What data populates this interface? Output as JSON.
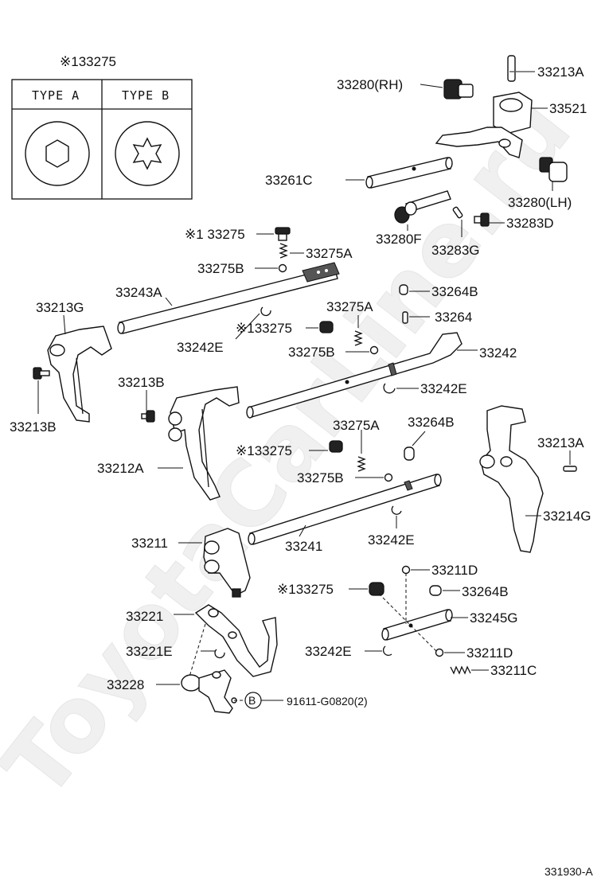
{
  "inset": {
    "title": "※133275",
    "type_a": "TYPE  A",
    "type_b": "TYPE  B"
  },
  "labels": {
    "p33280rh": "33280(RH)",
    "p33213a_top": "33213A",
    "p33521": "33521",
    "p33261c": "33261C",
    "p33280lh": "33280(LH)",
    "p33283d": "33283D",
    "p33280f": "33280F",
    "p33283g": "33283G",
    "p133275_1": "※1 33275",
    "p33275a_1": "33275A",
    "p33275b_1": "33275B",
    "p33243a": "33243A",
    "p33213g": "33213G",
    "p33242e_1": "33242E",
    "p33264b_1": "33264B",
    "p33264": "33264",
    "p33275a_2": "33275A",
    "p133275_2": "※133275",
    "p33275b_2": "33275B",
    "p33242": "33242",
    "p33242e_2": "33242E",
    "p33213b_1": "33213B",
    "p33213b_2": "33213B",
    "p33264b_2": "33264B",
    "p33275a_3": "33275A",
    "p133275_3": "※133275",
    "p33213a_2": "33213A",
    "p33212a": "33212A",
    "p33275b_3": "33275B",
    "p33214g": "33214G",
    "p33211": "33211",
    "p33241": "33241",
    "p33242e_3": "33242E",
    "p33211d_1": "33211D",
    "p133275_4": "※133275",
    "p33264b_3": "33264B",
    "p33221": "33221",
    "p33245g": "33245G",
    "p33221e": "33221E",
    "p33242e_4": "33242E",
    "p33211d_2": "33211D",
    "p33211c": "33211C",
    "p33228": "33228",
    "b_circle": "B",
    "p91611": "91611-G0820(2)"
  },
  "footer": {
    "code": "331930-A"
  },
  "watermark": {
    "text": "ToyotaCarLine.ru"
  }
}
